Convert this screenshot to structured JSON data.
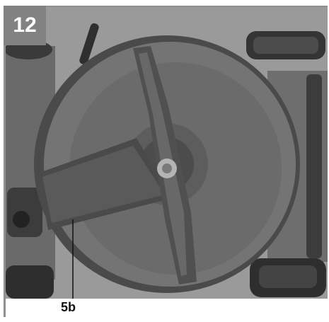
{
  "figure": {
    "number": "12",
    "callouts": [
      {
        "label": "5b"
      }
    ]
  },
  "colors": {
    "frame": "#8f8f8f",
    "badge_bg": "#828282",
    "badge_text": "#ffffff",
    "deck": "#6d6d6d",
    "deck_dark": "#3a3a3a",
    "blade": "#555555",
    "tire": "#2e2e2e"
  },
  "icons": [
    "mower-underside-photo"
  ]
}
